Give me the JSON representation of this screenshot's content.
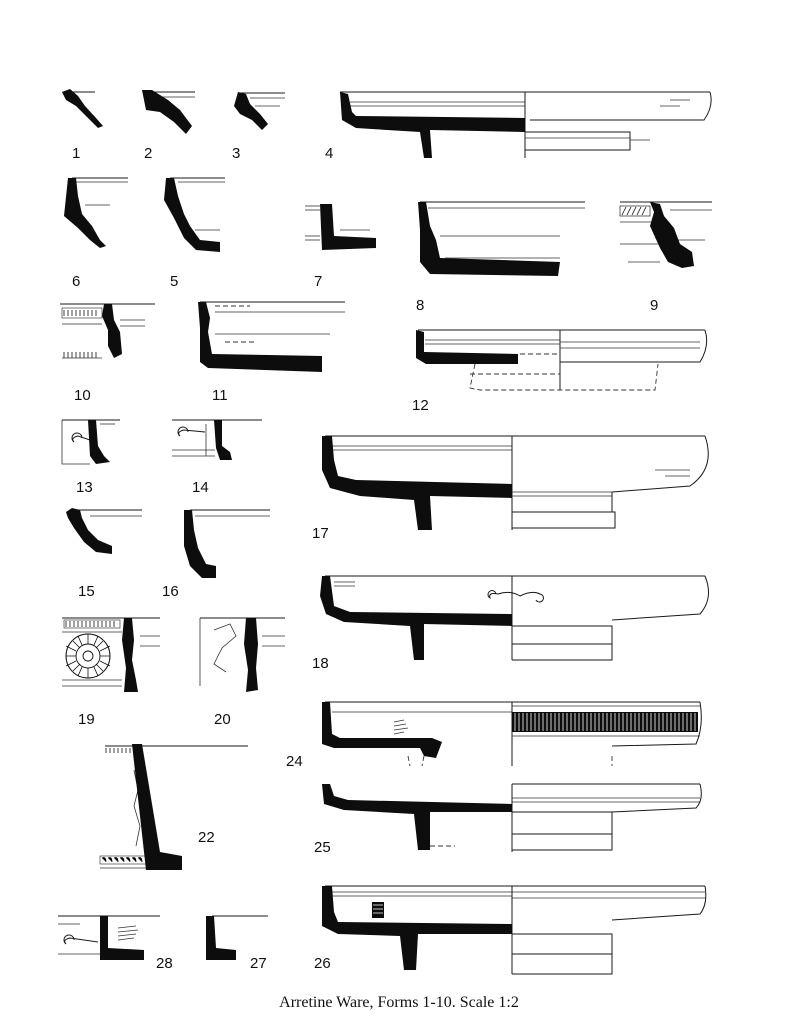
{
  "caption": "Arretine Ware, Forms 1-10. Scale 1:2",
  "figure_numbers": {
    "f1": "1",
    "f2": "2",
    "f3": "3",
    "f4": "4",
    "f5": "5",
    "f6": "6",
    "f7": "7",
    "f8": "8",
    "f9": "9",
    "f10": "10",
    "f11": "11",
    "f12": "12",
    "f13": "13",
    "f14": "14",
    "f15": "15",
    "f16": "16",
    "f17": "17",
    "f18": "18",
    "f19": "19",
    "f20": "20",
    "f22": "22",
    "f24": "24",
    "f25": "25",
    "f26": "26",
    "f27": "27",
    "f28": "28"
  }
}
